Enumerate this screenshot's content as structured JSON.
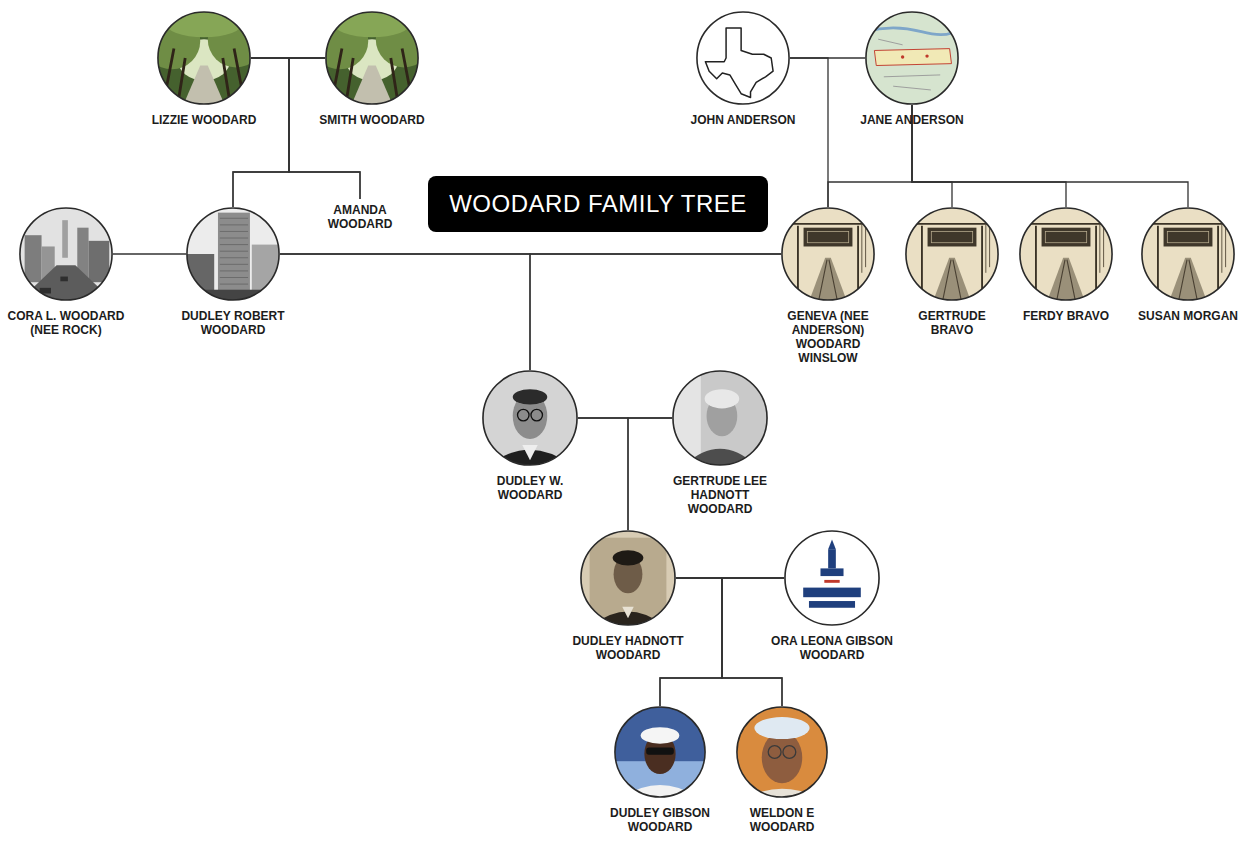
{
  "diagram": {
    "title": "WOODARD FAMILY TREE",
    "nodes": [
      {
        "text": [
          "LIZZIE WOODARD"
        ]
      },
      {
        "text": [
          "SMITH WOODARD"
        ]
      },
      {
        "text": [
          "JOHN ANDERSON"
        ]
      },
      {
        "text": [
          "JANE ANDERSON"
        ]
      },
      {
        "text": [
          "AMANDA WOODARD"
        ]
      },
      {
        "text": [
          "CORA L. WOODARD (NEE ROCK)"
        ]
      },
      {
        "text": [
          "DUDLEY ROBERT WOODARD"
        ]
      },
      {
        "text": [
          "GENEVA (NEE ANDERSON) WOODARD WINSLOW"
        ]
      },
      {
        "text": [
          "GERTRUDE BRAVO"
        ]
      },
      {
        "text": [
          "FERDY BRAVO"
        ]
      },
      {
        "text": [
          "SUSAN MORGAN"
        ]
      },
      {
        "text": [
          "DUDLEY W. WOODARD"
        ]
      },
      {
        "text": [
          "GERTRUDE LEE HADNOTT WOODARD"
        ]
      },
      {
        "text": [
          "DUDLEY HADNOTT WOODARD"
        ]
      },
      {
        "text": [
          "ORA LEONA GIBSON WOODARD"
        ]
      },
      {
        "text": [
          "DUDLEY GIBSON WOODARD"
        ]
      },
      {
        "text": [
          "WELDON E WOODARD"
        ]
      }
    ],
    "edges": [
      {
        "from": 0,
        "to": 1,
        "arrow": "none"
      },
      {
        "from": 2,
        "to": 3,
        "arrow": "none"
      },
      {
        "from": 5,
        "to": 6,
        "arrow": "none"
      },
      {
        "from": 6,
        "to": 7,
        "arrow": "none"
      },
      {
        "from": 11,
        "to": 12,
        "arrow": "none"
      },
      {
        "from": 13,
        "to": 14,
        "arrow": "none"
      },
      {
        "from": 0,
        "to": 6,
        "arrow": "none"
      },
      {
        "from": 1,
        "to": 6,
        "arrow": "none"
      },
      {
        "from": 0,
        "to": 4,
        "arrow": "none"
      },
      {
        "from": 1,
        "to": 4,
        "arrow": "none"
      },
      {
        "from": 2,
        "to": 7,
        "arrow": "none"
      },
      {
        "from": 3,
        "to": 7,
        "arrow": "none"
      },
      {
        "from": 3,
        "to": 8,
        "arrow": "none"
      },
      {
        "from": 3,
        "to": 9,
        "arrow": "none"
      },
      {
        "from": 3,
        "to": 10,
        "arrow": "none"
      },
      {
        "from": 6,
        "to": 11,
        "arrow": "none"
      },
      {
        "from": 7,
        "to": 11,
        "arrow": "none"
      },
      {
        "from": 11,
        "to": 13,
        "arrow": "none"
      },
      {
        "from": 12,
        "to": 13,
        "arrow": "none"
      },
      {
        "from": 13,
        "to": 15,
        "arrow": "none"
      },
      {
        "from": 13,
        "to": 16,
        "arrow": "none"
      },
      {
        "from": 14,
        "to": 15,
        "arrow": "none"
      },
      {
        "from": 14,
        "to": 16,
        "arrow": "none"
      }
    ]
  }
}
